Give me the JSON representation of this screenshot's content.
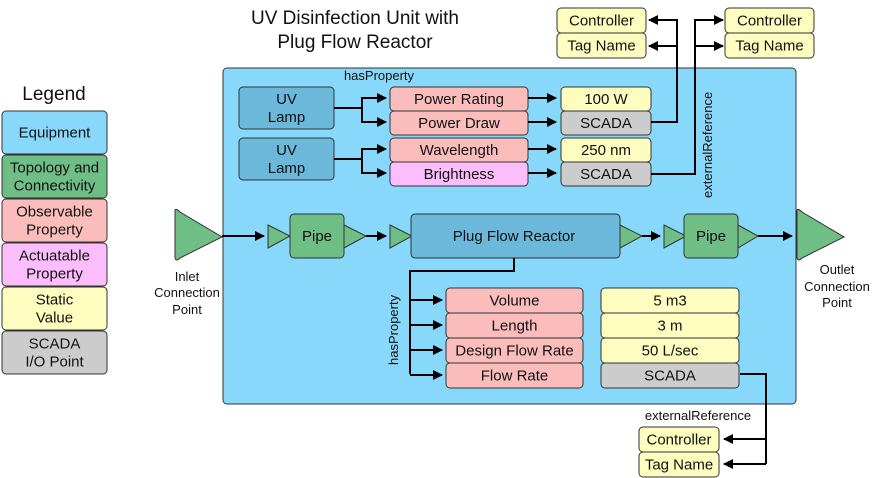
{
  "title": [
    "UV Disinfection Unit with",
    "Plug Flow Reactor"
  ],
  "colors": {
    "equipment": "#87d8fb",
    "equipment_inner": "#6bb8da",
    "topology": "#6fbe85",
    "observable": "#fbbcbc",
    "actuatable": "#fbbdfb",
    "static": "#fdfdbf",
    "scada": "#cccccc"
  },
  "legend": {
    "title": "Legend",
    "items": [
      {
        "lines": [
          "Equipment"
        ],
        "kind": "equipment"
      },
      {
        "lines": [
          "Topology and",
          "Connectivity"
        ],
        "kind": "topology"
      },
      {
        "lines": [
          "Observable",
          "Property"
        ],
        "kind": "observable"
      },
      {
        "lines": [
          "Actuatable",
          "Property"
        ],
        "kind": "actuatable"
      },
      {
        "lines": [
          "Static",
          "Value"
        ],
        "kind": "static"
      },
      {
        "lines": [
          "SCADA",
          "I/O Point"
        ],
        "kind": "scada"
      }
    ]
  },
  "labels": {
    "has_property_top": "hasProperty",
    "has_property_side": "hasProperty",
    "external_reference_side": "externalReference",
    "external_reference_bottom": "externalReference",
    "inlet": [
      "Inlet",
      "Connection",
      "Point"
    ],
    "outlet": [
      "Outlet",
      "Connection",
      "Point"
    ]
  },
  "lamps": [
    {
      "label": [
        "UV",
        "Lamp"
      ],
      "properties": [
        {
          "name": "Power Rating",
          "kind": "observable",
          "value": "100 W",
          "value_kind": "static"
        },
        {
          "name": "Power Draw",
          "kind": "observable",
          "value": "SCADA",
          "value_kind": "scada"
        }
      ]
    },
    {
      "label": [
        "UV",
        "Lamp"
      ],
      "properties": [
        {
          "name": "Wavelength",
          "kind": "observable",
          "value": "250 nm",
          "value_kind": "static"
        },
        {
          "name": "Brightness",
          "kind": "actuatable",
          "value": "SCADA",
          "value_kind": "scada"
        }
      ]
    }
  ],
  "flow": {
    "pipe1": "Pipe",
    "reactor": "Plug Flow Reactor",
    "pipe2": "Pipe"
  },
  "reactor_properties": [
    {
      "name": "Volume",
      "value": "5 m3",
      "value_kind": "static"
    },
    {
      "name": "Length",
      "value": "3 m",
      "value_kind": "static"
    },
    {
      "name": "Design Flow Rate",
      "value": "50 L/sec",
      "value_kind": "static"
    },
    {
      "name": "Flow Rate",
      "value": "SCADA",
      "value_kind": "scada"
    }
  ],
  "external_refs": {
    "top_left": [
      "Controller",
      "Tag Name"
    ],
    "top_right": [
      "Controller",
      "Tag Name"
    ],
    "bottom": [
      "Controller",
      "Tag Name"
    ]
  }
}
